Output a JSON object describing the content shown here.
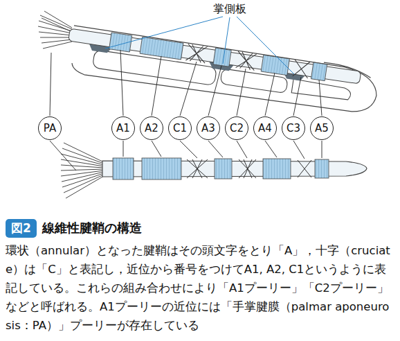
{
  "diagram": {
    "title": "線維性腱鞘の構造",
    "caption": "環状（annular）となった腱鞘はその頭文字をとり「A」，十字（cruciate）は「C」と表記し，近位から番号をつけてA1, A2, C1というように表記している。これらの組み合わせにより「A1プーリー」「C2プーリー」などと呼ばれる。A1プーリーの近位には「手掌腱膜（palmar aponeurosis：PA）」プーリーが存在している",
    "nodes": [
      {
        "text": [
          "PA"
        ]
      },
      {
        "text": [
          "A1"
        ]
      },
      {
        "text": [
          "A2"
        ]
      },
      {
        "text": [
          "C1"
        ]
      },
      {
        "text": [
          "A3"
        ]
      },
      {
        "text": [
          "C2"
        ]
      },
      {
        "text": [
          "A4"
        ]
      },
      {
        "text": [
          "C3"
        ]
      },
      {
        "text": [
          "A5"
        ]
      },
      {
        "text": [
          "図2"
        ]
      }
    ],
    "labels": [
      "掌側板"
    ]
  }
}
